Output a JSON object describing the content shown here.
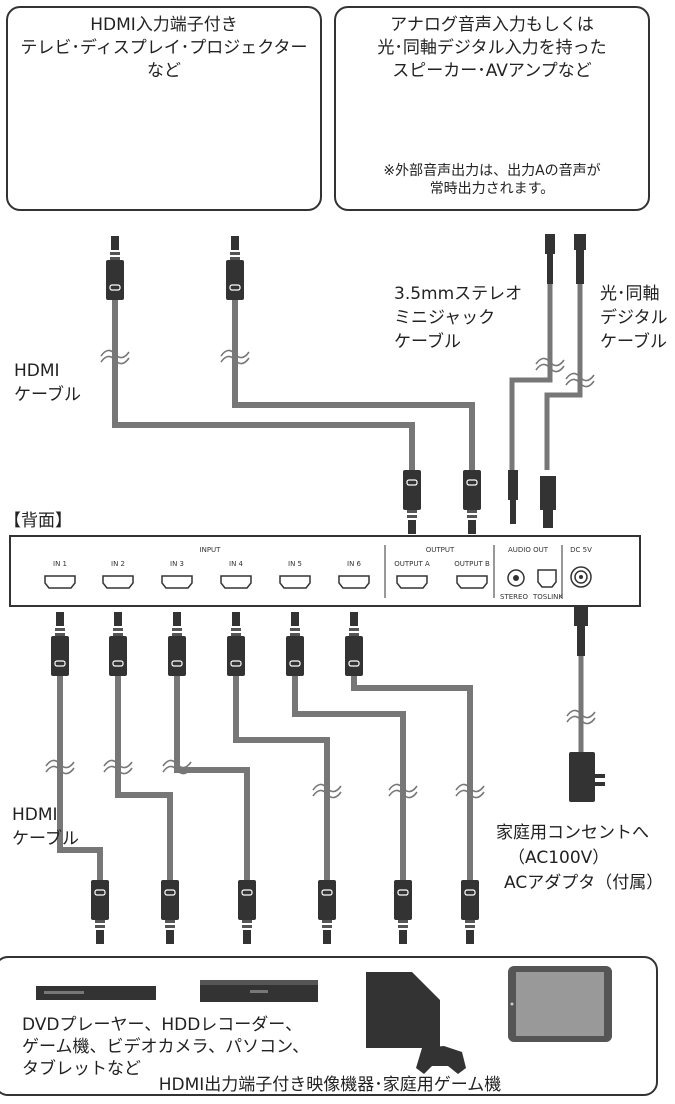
{
  "tv_box": {
    "title_lines": [
      "HDMI入力端子付き",
      "テレビ･ディスプレイ･プロジェクター",
      "など"
    ]
  },
  "speaker_box": {
    "title_lines": [
      "アナログ音声入力もしくは",
      "光･同軸デジタル入力を持った",
      "スピーカー･AVアンプなど"
    ],
    "note_lines": [
      "※外部音声出力は、出力Aの音声が",
      "常時出力されます。"
    ]
  },
  "labels": {
    "hdmi_cable_top": [
      "HDMI",
      "ケーブル"
    ],
    "mini_jack": [
      "3.5mmステレオ",
      "ミニジャック",
      "ケーブル"
    ],
    "optical": [
      "光･同軸",
      "デジタル",
      "ケーブル"
    ],
    "rear": "【背面】",
    "hdmi_cable_bottom": [
      "HDMI",
      "ケーブル"
    ],
    "outlet": "家庭用コンセントへ",
    "ac": "（AC100V）",
    "adapter": "ACアダプタ（付属）"
  },
  "panel": {
    "input_header": "INPUT",
    "output_header": "OUTPUT",
    "audio_header": "AUDIO OUT",
    "dc_header": "DC 5V",
    "inputs": [
      "IN 1",
      "IN 2",
      "IN 3",
      "IN 4",
      "IN 5",
      "IN 6"
    ],
    "outputs": [
      "OUTPUT A",
      "OUTPUT B"
    ],
    "stereo": "STEREO",
    "toslink": "TOSLINK"
  },
  "devices_box": {
    "list_lines": [
      "DVDプレーヤー、HDDレコーダー、",
      "ゲーム機、ビデオカメラ、パソコン、",
      "タブレットなど"
    ],
    "caption": "HDMI出力端子付き映像機器･家庭用ゲーム機"
  }
}
